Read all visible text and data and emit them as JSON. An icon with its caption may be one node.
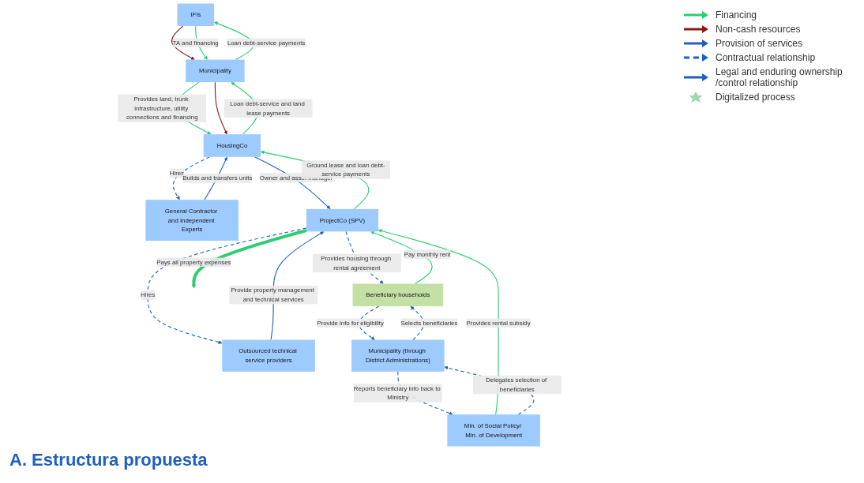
{
  "diagram": {
    "title": "A. Estructura propuesta",
    "nodes": [
      {
        "text": [
          "IFIs"
        ]
      },
      {
        "text": [
          "Municipality"
        ]
      },
      {
        "text": [
          "HousingCo"
        ]
      },
      {
        "text": [
          "General Contractor and Independent Experts"
        ]
      },
      {
        "text": [
          "Outsourced technical service providers"
        ]
      },
      {
        "text": [
          "ProjectCo (SPV)"
        ]
      },
      {
        "text": [
          "Min. of Social Policy/ Min. of Development"
        ]
      },
      {
        "text": [
          "Beneficiary households"
        ]
      },
      {
        "text": [
          "Municipality (through District Administrations)"
        ]
      }
    ],
    "edges": [
      {
        "from": 1,
        "to": 0,
        "arrow": "to",
        "label": "Loan debt-service payments",
        "color": "#2ecc71"
      },
      {
        "from": 0,
        "to": 1,
        "arrow": "to",
        "color": "#8b1a1a"
      },
      {
        "from": 0,
        "to": 1,
        "arrow": "to",
        "label": "TA and financing",
        "color": "#2ecc71"
      },
      {
        "from": 1,
        "to": 2,
        "arrow": "to",
        "label": "Provides land, trunk infrastructure, utility connections and financing",
        "color": "#2ecc71"
      },
      {
        "from": 1,
        "to": 2,
        "arrow": "to",
        "color": "#8b1a1a"
      },
      {
        "from": 2,
        "to": 1,
        "arrow": "to",
        "label": "Loan debt-service and land lease payments",
        "color": "#2ecc71"
      },
      {
        "from": 2,
        "to": 3,
        "arrow": "to",
        "label": "Hires",
        "style": "dashed"
      },
      {
        "from": 3,
        "to": 2,
        "arrow": "to",
        "label": "Builds and transfers units"
      },
      {
        "from": 2,
        "to": 5,
        "arrow": "to",
        "label": "Owner and asset manager"
      },
      {
        "from": 5,
        "to": 2,
        "arrow": "to",
        "label": "Ground lease and loan debt-service payments",
        "color": "#2ecc71"
      },
      {
        "from": 5,
        "to": 4,
        "arrow": "to",
        "label": "Hires",
        "style": "dashed"
      },
      {
        "from": 4,
        "to": 5,
        "arrow": "to",
        "label": "Provide property management and technical services"
      },
      {
        "from": 6,
        "to": 5,
        "arrow": "to",
        "label": "Provides rental subsidy",
        "color": "#2ecc71"
      },
      {
        "from": 5,
        "to": null,
        "arrow": "to",
        "label": "Pays all property expenses",
        "style": "thick",
        "color": "#2ecc71"
      },
      {
        "from": 5,
        "to": 7,
        "arrow": "to",
        "label": "Provides housing through rental agreement",
        "style": "dashed"
      },
      {
        "from": 7,
        "to": 5,
        "arrow": "to",
        "label": "Pay monthly rent",
        "color": "#2ecc71"
      },
      {
        "from": 8,
        "to": 6,
        "arrow": "to",
        "label": "Reports beneficiary info back to Ministry",
        "style": "dashed"
      },
      {
        "from": 6,
        "to": 8,
        "arrow": "to",
        "label": "Delegates selection of beneficiaries",
        "style": "dashed"
      },
      {
        "from": 8,
        "to": 7,
        "arrow": "to",
        "label": "Selects beneficiaries",
        "style": "dashed"
      },
      {
        "from": 7,
        "to": 8,
        "arrow": "to",
        "label": "Provide info for eligibility",
        "style": "dashed"
      }
    ],
    "legend": [
      {
        "text": "Financing"
      },
      {
        "text": "Non-cash resources"
      },
      {
        "text": "Provision of services"
      },
      {
        "text": "Contractual relationship"
      },
      {
        "text": "Legal and enduring ownership /control relationship"
      },
      {
        "text": "Digitalized process"
      }
    ]
  }
}
